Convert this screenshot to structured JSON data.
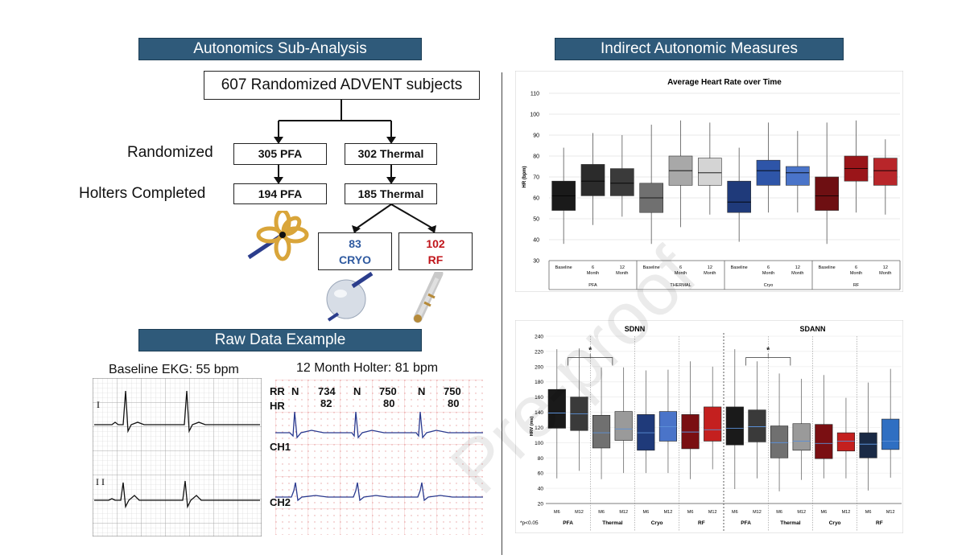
{
  "left": {
    "banner1": "Autonomics Sub-Analysis",
    "top_box": "607 Randomized ADVENT subjects",
    "row_randomized": "Randomized",
    "row_holters": "Holters Completed",
    "pfa_rand": "305 PFA",
    "thermal_rand": "302 Thermal",
    "pfa_holter": "194 PFA",
    "thermal_holter": "185 Thermal",
    "cryo_n": "83",
    "cryo_label": "CRYO",
    "rf_n": "102",
    "rf_label": "RF",
    "cryo_color": "#2f5aa0",
    "rf_color": "#c0141a",
    "banner2": "Raw Data Example",
    "ekg_title": "Baseline EKG: 55 bpm",
    "holter_title": "12 Month Holter: 81 bpm",
    "ekg_lead1": "I",
    "ekg_lead2": "I I",
    "holter_rr": "RR",
    "holter_hr": "HR",
    "holter_n1": "N",
    "holter_n2": "N",
    "holter_n3": "N",
    "holter_rr1": "734",
    "holter_rr2": "750",
    "holter_rr3": "750",
    "holter_hr1": "82",
    "holter_hr2": "80",
    "holter_hr3": "80",
    "holter_ch1": "CH1",
    "holter_ch2": "CH2"
  },
  "right": {
    "banner": "Indirect Autonomic Measures"
  },
  "watermark": "Pre-proof",
  "chart_data": [
    {
      "type": "boxplot",
      "title": "Average Heart Rate over Time",
      "ylabel": "HR (bpm)",
      "ylim": [
        30,
        110
      ],
      "yticks": [
        30,
        40,
        50,
        60,
        70,
        80,
        90,
        100,
        110
      ],
      "groups": [
        "PFA",
        "THERMAL",
        "Cryo",
        "RF"
      ],
      "timepoints": [
        "Baseline",
        "6 Month",
        "12 Month"
      ],
      "boxes": [
        {
          "group": "PFA",
          "time": "Baseline",
          "min": 38,
          "q1": 54,
          "median": 61,
          "q3": 68,
          "max": 84,
          "color": "#1a1a1a"
        },
        {
          "group": "PFA",
          "time": "6 Month",
          "min": 47,
          "q1": 61,
          "median": 68,
          "q3": 76,
          "max": 91,
          "color": "#2b2b2b"
        },
        {
          "group": "PFA",
          "time": "12 Month",
          "min": 51,
          "q1": 61,
          "median": 67,
          "q3": 74,
          "max": 90,
          "color": "#3a3a3a"
        },
        {
          "group": "THERMAL",
          "time": "Baseline",
          "min": 38,
          "q1": 53,
          "median": 60,
          "q3": 67,
          "max": 95,
          "color": "#707070"
        },
        {
          "group": "THERMAL",
          "time": "6 Month",
          "min": 46,
          "q1": 66,
          "median": 73,
          "q3": 80,
          "max": 97,
          "color": "#a8a8a8"
        },
        {
          "group": "THERMAL",
          "time": "12 Month",
          "min": 52,
          "q1": 66,
          "median": 72,
          "q3": 79,
          "max": 96,
          "color": "#d4d4d4"
        },
        {
          "group": "Cryo",
          "time": "Baseline",
          "min": 39,
          "q1": 53,
          "median": 58,
          "q3": 68,
          "max": 84,
          "color": "#1f3a7a"
        },
        {
          "group": "Cryo",
          "time": "6 Month",
          "min": 53,
          "q1": 66,
          "median": 73,
          "q3": 78,
          "max": 96,
          "color": "#2e55a8"
        },
        {
          "group": "Cryo",
          "time": "12 Month",
          "min": 53,
          "q1": 66,
          "median": 72,
          "q3": 75,
          "max": 92,
          "color": "#4a74c9"
        },
        {
          "group": "RF",
          "time": "Baseline",
          "min": 38,
          "q1": 54,
          "median": 61,
          "q3": 70,
          "max": 96,
          "color": "#6e0f12"
        },
        {
          "group": "RF",
          "time": "6 Month",
          "min": 53,
          "q1": 68,
          "median": 74,
          "q3": 80,
          "max": 97,
          "color": "#9a1519"
        },
        {
          "group": "RF",
          "time": "12 Month",
          "min": 52,
          "q1": 66,
          "median": 73,
          "q3": 79,
          "max": 88,
          "color": "#b8262a"
        }
      ]
    },
    {
      "type": "boxplot",
      "panels": [
        "SDNN",
        "SDANN"
      ],
      "ylabel": "HRV (ms)",
      "ylim": [
        20,
        240
      ],
      "yticks": [
        20,
        40,
        60,
        80,
        100,
        120,
        140,
        160,
        180,
        200,
        220,
        240
      ],
      "groups": [
        "PFA",
        "Thermal",
        "Cryo",
        "RF"
      ],
      "timepoints": [
        "M6",
        "M12"
      ],
      "footnote": "*p<0.05",
      "significance_marker": "*",
      "boxes": [
        {
          "panel": "SDNN",
          "group": "PFA",
          "time": "M6",
          "min": 53,
          "q1": 119,
          "median": 139,
          "q3": 170,
          "max": 223,
          "color": "#1a1a1a"
        },
        {
          "panel": "SDNN",
          "group": "PFA",
          "time": "M12",
          "min": 63,
          "q1": 116,
          "median": 138,
          "q3": 160,
          "max": 224,
          "color": "#3a3a3a"
        },
        {
          "panel": "SDNN",
          "group": "Thermal",
          "time": "M6",
          "min": 52,
          "q1": 93,
          "median": 113,
          "q3": 136,
          "max": 199,
          "color": "#707070"
        },
        {
          "panel": "SDNN",
          "group": "Thermal",
          "time": "M12",
          "min": 60,
          "q1": 103,
          "median": 118,
          "q3": 141,
          "max": 199,
          "color": "#9a9a9a"
        },
        {
          "panel": "SDNN",
          "group": "Cryo",
          "time": "M6",
          "min": 60,
          "q1": 90,
          "median": 113,
          "q3": 137,
          "max": 195,
          "color": "#1f3a7a"
        },
        {
          "panel": "SDNN",
          "group": "Cryo",
          "time": "M12",
          "min": 60,
          "q1": 102,
          "median": 121,
          "q3": 141,
          "max": 196,
          "color": "#4a74c9"
        },
        {
          "panel": "SDNN",
          "group": "RF",
          "time": "M6",
          "min": 52,
          "q1": 92,
          "median": 114,
          "q3": 137,
          "max": 207,
          "color": "#7a0f12"
        },
        {
          "panel": "SDNN",
          "group": "RF",
          "time": "M12",
          "min": 65,
          "q1": 102,
          "median": 117,
          "q3": 147,
          "max": 200,
          "color": "#c4201f"
        },
        {
          "panel": "SDANN",
          "group": "PFA",
          "time": "M6",
          "min": 39,
          "q1": 97,
          "median": 119,
          "q3": 147,
          "max": 223,
          "color": "#1a1a1a"
        },
        {
          "panel": "SDANN",
          "group": "PFA",
          "time": "M12",
          "min": 53,
          "q1": 101,
          "median": 121,
          "q3": 143,
          "max": 207,
          "color": "#3a3a3a"
        },
        {
          "panel": "SDANN",
          "group": "Thermal",
          "time": "M6",
          "min": 36,
          "q1": 80,
          "median": 100,
          "q3": 122,
          "max": 191,
          "color": "#707070"
        },
        {
          "panel": "SDANN",
          "group": "Thermal",
          "time": "M12",
          "min": 51,
          "q1": 90,
          "median": 102,
          "q3": 125,
          "max": 184,
          "color": "#9a9a9a"
        },
        {
          "panel": "SDANN",
          "group": "Cryo",
          "time": "M6",
          "min": 53,
          "q1": 79,
          "median": 99,
          "q3": 124,
          "max": 189,
          "color": "#7a0f12"
        },
        {
          "panel": "SDANN",
          "group": "Cryo",
          "time": "M12",
          "min": 53,
          "q1": 89,
          "median": 102,
          "q3": 113,
          "max": 159,
          "color": "#c4201f"
        },
        {
          "panel": "SDANN",
          "group": "RF",
          "time": "M6",
          "min": 37,
          "q1": 80,
          "median": 98,
          "q3": 113,
          "max": 179,
          "color": "#1a2a45"
        },
        {
          "panel": "SDANN",
          "group": "RF",
          "time": "M12",
          "min": 54,
          "q1": 91,
          "median": 102,
          "q3": 131,
          "max": 197,
          "color": "#2f6fc2"
        }
      ]
    }
  ]
}
